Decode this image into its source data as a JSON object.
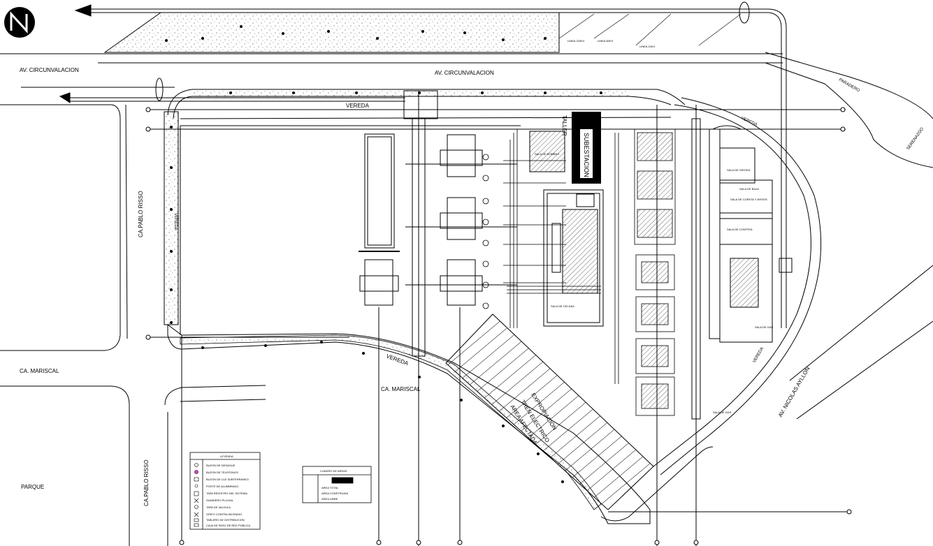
{
  "streets": {
    "av_circunvalacion_left": "AV. CIRCUNVALACION",
    "av_circunvalacion_center": "AV. CIRCUNVALACION",
    "ca_pablo_risso_upper": "CA.PABLO RISSO",
    "ca_pablo_risso_lower": "CA.PABLO RISSO",
    "ca_mariscal_left": "CA. MARISCAL",
    "ca_mariscal_center": "CA. MARISCAL",
    "parque": "PARQUE",
    "paradero": "PARADERO",
    "serenazgo": "SERENAZGO",
    "av_nicolas_ayllon": "AV. NICOLAS AYLLON"
  },
  "sidewalks": {
    "vereda_top": "VEREDA",
    "vereda_left": "VEREDA",
    "vereda_bottom": "VEREDA",
    "vereda_right_top": "VEREDA",
    "vereda_right": "VEREDA"
  },
  "buildings": {
    "taller": "TALLER",
    "subestacion": "SUBESTACION",
    "expropiacion": "EXPROPIACION",
    "tren_electrico": "TREN ELECTRICO",
    "area_afectada": "AREA AFECTADA",
    "sala_de_bombeo": "SALA DE BOMBEO",
    "sala_de_celdas": "SALA DE CELDAS",
    "sala_de_ventas": "SALA DE VENTAS",
    "sala_de_control": "SALA DE CONTROL",
    "sala_de_gas": "SALA DE GAS",
    "sala_de_gas_bottom": "SALA DE GAS",
    "sala_de_baja": "SALA DE BAJA",
    "sala_de_cuenta": "SALA DE CUENTA Y AVISOS"
  },
  "legend_table": {
    "title": "LEYENDA",
    "rows": [
      "BUZON DE DESAGUE",
      "BUZON DE TELEFONOS",
      "BUZON DE LUZ SUBTERRANEO",
      "POSTE DE ALUMBRADO",
      "TAPA REGISTRO DEL SISTEMA",
      "SUMIDERO PLUVIAL",
      "TAPA DE VALVULA",
      "GRIFO CONTRA INCENDIO",
      "TABLERO DE DISTRIBUCION",
      "CAJA DE PASO DE RED PUBLICA"
    ]
  },
  "title_block": {
    "header": "CUADRO DE AREAS",
    "lines": [
      "AREA TOTAL",
      "AREA CONSTRUIDA",
      "AREA LIBRE"
    ]
  },
  "top_notes": [
    "LINEA 220KV",
    "LINEA 60KV",
    "LINEA 10KV"
  ]
}
